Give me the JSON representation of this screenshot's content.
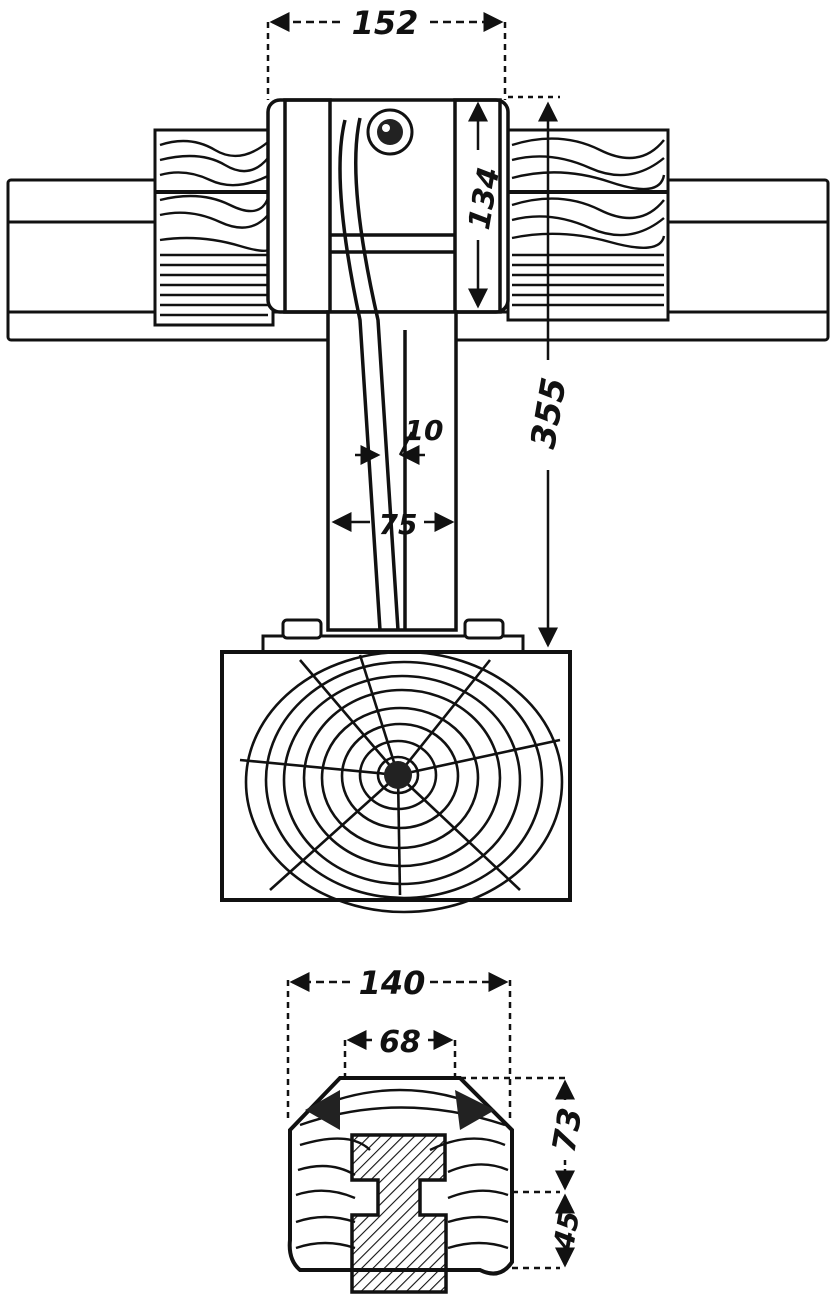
{
  "dimensions": {
    "top_width": "152",
    "bracket_height": "134",
    "overall_height": "355",
    "rod_diameter": "10",
    "hanger_width": "75",
    "bottom_width": "140",
    "inner_width": "68",
    "upper_depth": "73",
    "lower_depth": "45"
  },
  "colors": {
    "ink": "#111111",
    "paper": "#ffffff"
  }
}
